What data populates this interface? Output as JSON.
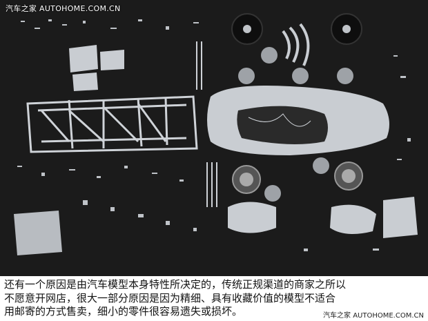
{
  "watermark": {
    "top": "汽车之家 AUTOHOME.COM.CN",
    "bottom": "汽车之家 AUTOHOME.COM.CN"
  },
  "photo": {
    "subject": "disassembled scale model car kit parts",
    "background_color": "#1b1b1b",
    "parts_color": "#c9cdd2"
  },
  "caption": {
    "line1": "还有一个原因是由汽车模型本身特性所决定的，传统正规渠道的商家之所以",
    "line2": "不愿意开网店，很大一部分原因是因为精细、具有收藏价值的模型不适合",
    "line3": "用邮寄的方式售卖，细小的零件很容易遗失或损坏。"
  }
}
